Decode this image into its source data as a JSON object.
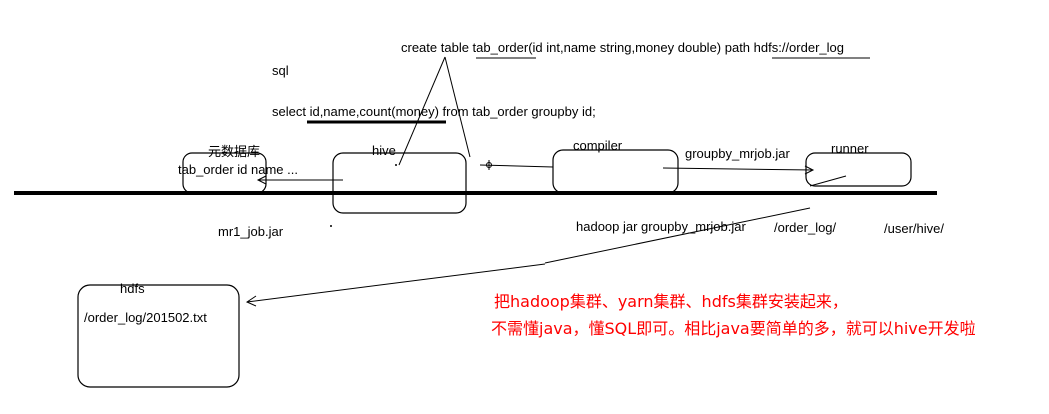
{
  "labels": {
    "create_sql": "create table tab_order(id int,name string,money double) path hdfs://order_log",
    "sql": "sql",
    "select_sql": "select id,name,count(money) from tab_order groupby id;",
    "metastore": "元数据库",
    "metastore_content": "tab_order id name ...",
    "hive": "hive",
    "compiler": "compiler",
    "groupby_jar": "groupby_mrjob.jar",
    "runner": "runner",
    "mr1_jar": "mr1_job.jar",
    "hadoop_cmd": "hadoop jar groupby_mrjob.jar",
    "order_log_path": "/order_log/",
    "user_hive_path": "/user/hive/",
    "hdfs": "hdfs",
    "hdfs_file": "/order_log/201502.txt",
    "note_line1": "把hadoop集群、yarn集群、hdfs集群安装起来，",
    "note_line2": "不需懂java，懂SQL即可。相比java要简单的多，就可以hive开发啦"
  },
  "colors": {
    "ink": "#000000",
    "note": "#ff0000",
    "background": "#ffffff"
  }
}
